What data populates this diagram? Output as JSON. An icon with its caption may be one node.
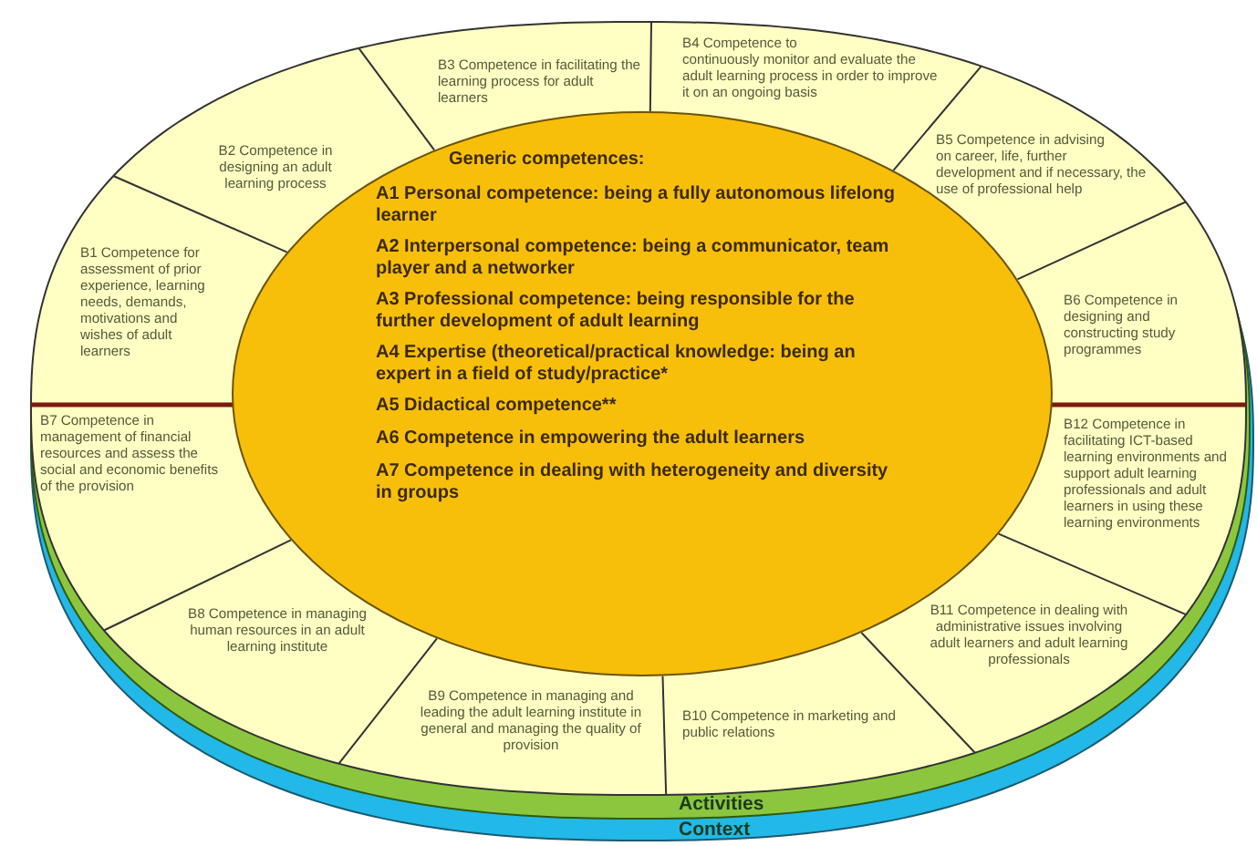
{
  "diagram": {
    "nodes": [
      {
        "text": [
          "Generic competences:",
          "A1 Personal competence:  being a fully autonomous lifelong learner",
          "A2 Interpersonal competence: being a communicator, team player and a networker",
          "A3 Professional competence: being responsible for the further development of adult learning",
          "A4 Expertise (theoretical/practical knowledge: being an expert in a field of study/practice*",
          "A5 Didactical competence**",
          "A6 Competence in empowering the adult learners",
          "A7 Competence in dealing with heterogeneity and diversity in groups"
        ]
      },
      {
        "text": [
          "B1 Competence for assessment of prior experience, learning needs, demands, motivations and wishes of adult learners"
        ]
      },
      {
        "text": [
          "B2 Competence in designing an adult learning process"
        ]
      },
      {
        "text": [
          "B3 Competence in facilitating the learning process for adult learners"
        ]
      },
      {
        "text": [
          "B4 Competence to continuously monitor and evaluate the adult learning process in order to improve it on an ongoing basis"
        ]
      },
      {
        "text": [
          "B5 Competence in advising on career, life, further development and if necessary, the use of professional help"
        ]
      },
      {
        "text": [
          "B6 Competence in designing and constructing study programmes"
        ]
      },
      {
        "text": [
          "B7 Competence in management of financial resources and assess the social and economic benefits of the provision"
        ]
      },
      {
        "text": [
          "B8 Competence in managing human resources in an adult learning institute"
        ]
      },
      {
        "text": [
          "B9 Competence in managing and leading the adult learning institute in general and managing the quality of provision"
        ]
      },
      {
        "text": [
          "B10 Competence in marketing and public relations"
        ]
      },
      {
        "text": [
          "B11 Competence in dealing with administrative issues involving adult learners and adult learning professionals"
        ]
      },
      {
        "text": [
          "B12 Competence in facilitating ICT-based learning environments and support adult learning professionals and adult learners in using these learning environments"
        ]
      },
      {
        "text": [
          "Activities"
        ]
      },
      {
        "text": [
          "Context"
        ]
      }
    ]
  }
}
